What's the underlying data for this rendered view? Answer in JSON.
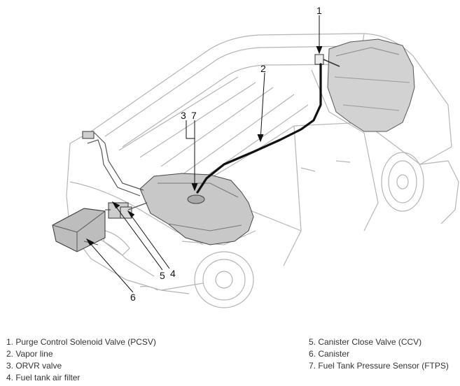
{
  "callouts": {
    "c1": "1",
    "c2": "2",
    "c3": "3",
    "c7": "7",
    "c5": "5",
    "c4": "4",
    "c6": "6"
  },
  "legend": {
    "left": [
      "1. Purge Control Solenoid Valve (PCSV)",
      "2. Vapor line",
      "3. ORVR valve",
      "4. Fuel tank air filter"
    ],
    "right": [
      "5. Canister Close Valve (CCV)",
      "6. Canister",
      "7. Fuel Tank Pressure Sensor (FTPS)"
    ]
  }
}
